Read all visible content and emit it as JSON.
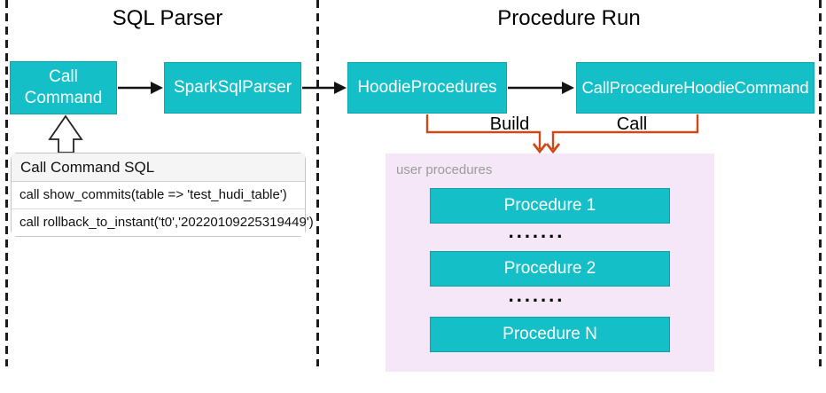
{
  "colors": {
    "teal": "#15bfc7",
    "connector": "#cc4a1a",
    "lavender": "#f5e7f8"
  },
  "sections": {
    "sql_parser": {
      "title": "SQL Parser"
    },
    "procedure_run": {
      "title": "Procedure Run"
    }
  },
  "nodes": {
    "call_command": "Call\nCommand",
    "spark_sql_parser": "SparkSqlParser",
    "hoodie_procedures": "HoodieProcedures",
    "call_procedure_hoodie_command": "CallProcedureHoodieCommand"
  },
  "edge_labels": {
    "build": "Build",
    "call": "Call"
  },
  "sql_panel": {
    "header": "Call Command SQL",
    "rows": [
      "call show_commits(table => 'test_hudi_table')",
      "call rollback_to_instant('t0','20220109225319449')"
    ]
  },
  "user_procedures": {
    "label": "user procedures",
    "items": [
      "Procedure 1",
      "Procedure 2",
      "Procedure N"
    ],
    "ellipsis": "......."
  }
}
